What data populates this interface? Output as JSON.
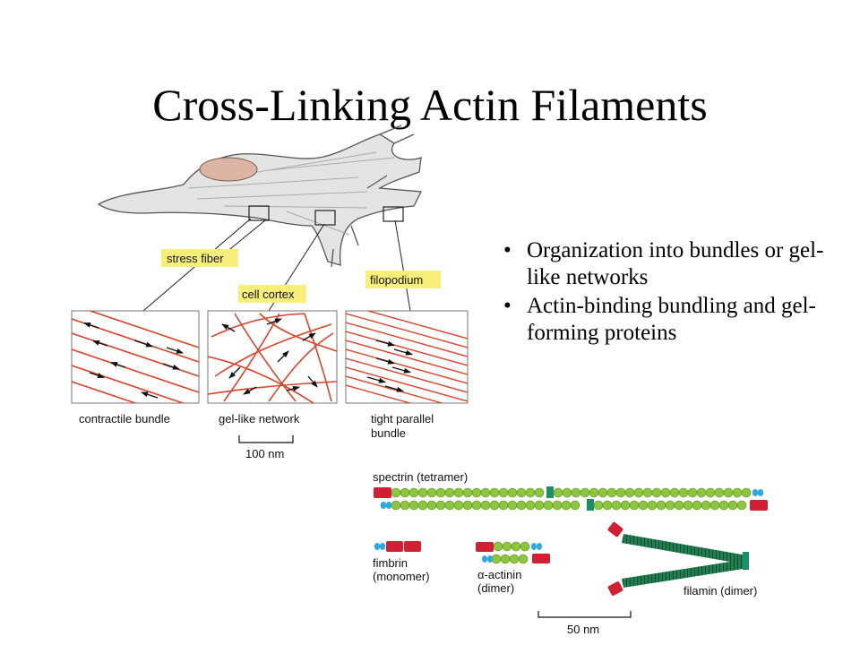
{
  "slide": {
    "title": "Cross-Linking Actin Filaments",
    "bullets": [
      "Organization into bundles or gel-like networks",
      "Actin-binding bundling and gel-forming proteins"
    ]
  },
  "figure_top": {
    "labels": {
      "stress_fiber": "stress fiber",
      "cell_cortex": "cell cortex",
      "filopodium": "filopodium"
    },
    "captions": {
      "contractile": "contractile bundle",
      "gel": "gel-like network",
      "tight_line1": "tight parallel",
      "tight_line2": "bundle"
    },
    "scale": "100 nm"
  },
  "figure_bottom": {
    "spectrin": "spectrin (tetramer)",
    "fimbrin_line1": "fimbrin",
    "fimbrin_line2": "(monomer)",
    "actinin_line1": "α-actinin",
    "actinin_line2": "(dimer)",
    "filamin": "filamin (dimer)",
    "scale": "50 nm"
  },
  "colors": {
    "label_bg": "#f7ef7a",
    "actin_red": "#d9452b",
    "domain_green": "#8cc63f",
    "domain_red": "#d11f33",
    "filamin_green": "#1f7f4e",
    "calponin_blue": "#2fa9e0",
    "cell_fill": "#e4e4e4",
    "nucleus_fill": "#dcb4a6"
  }
}
